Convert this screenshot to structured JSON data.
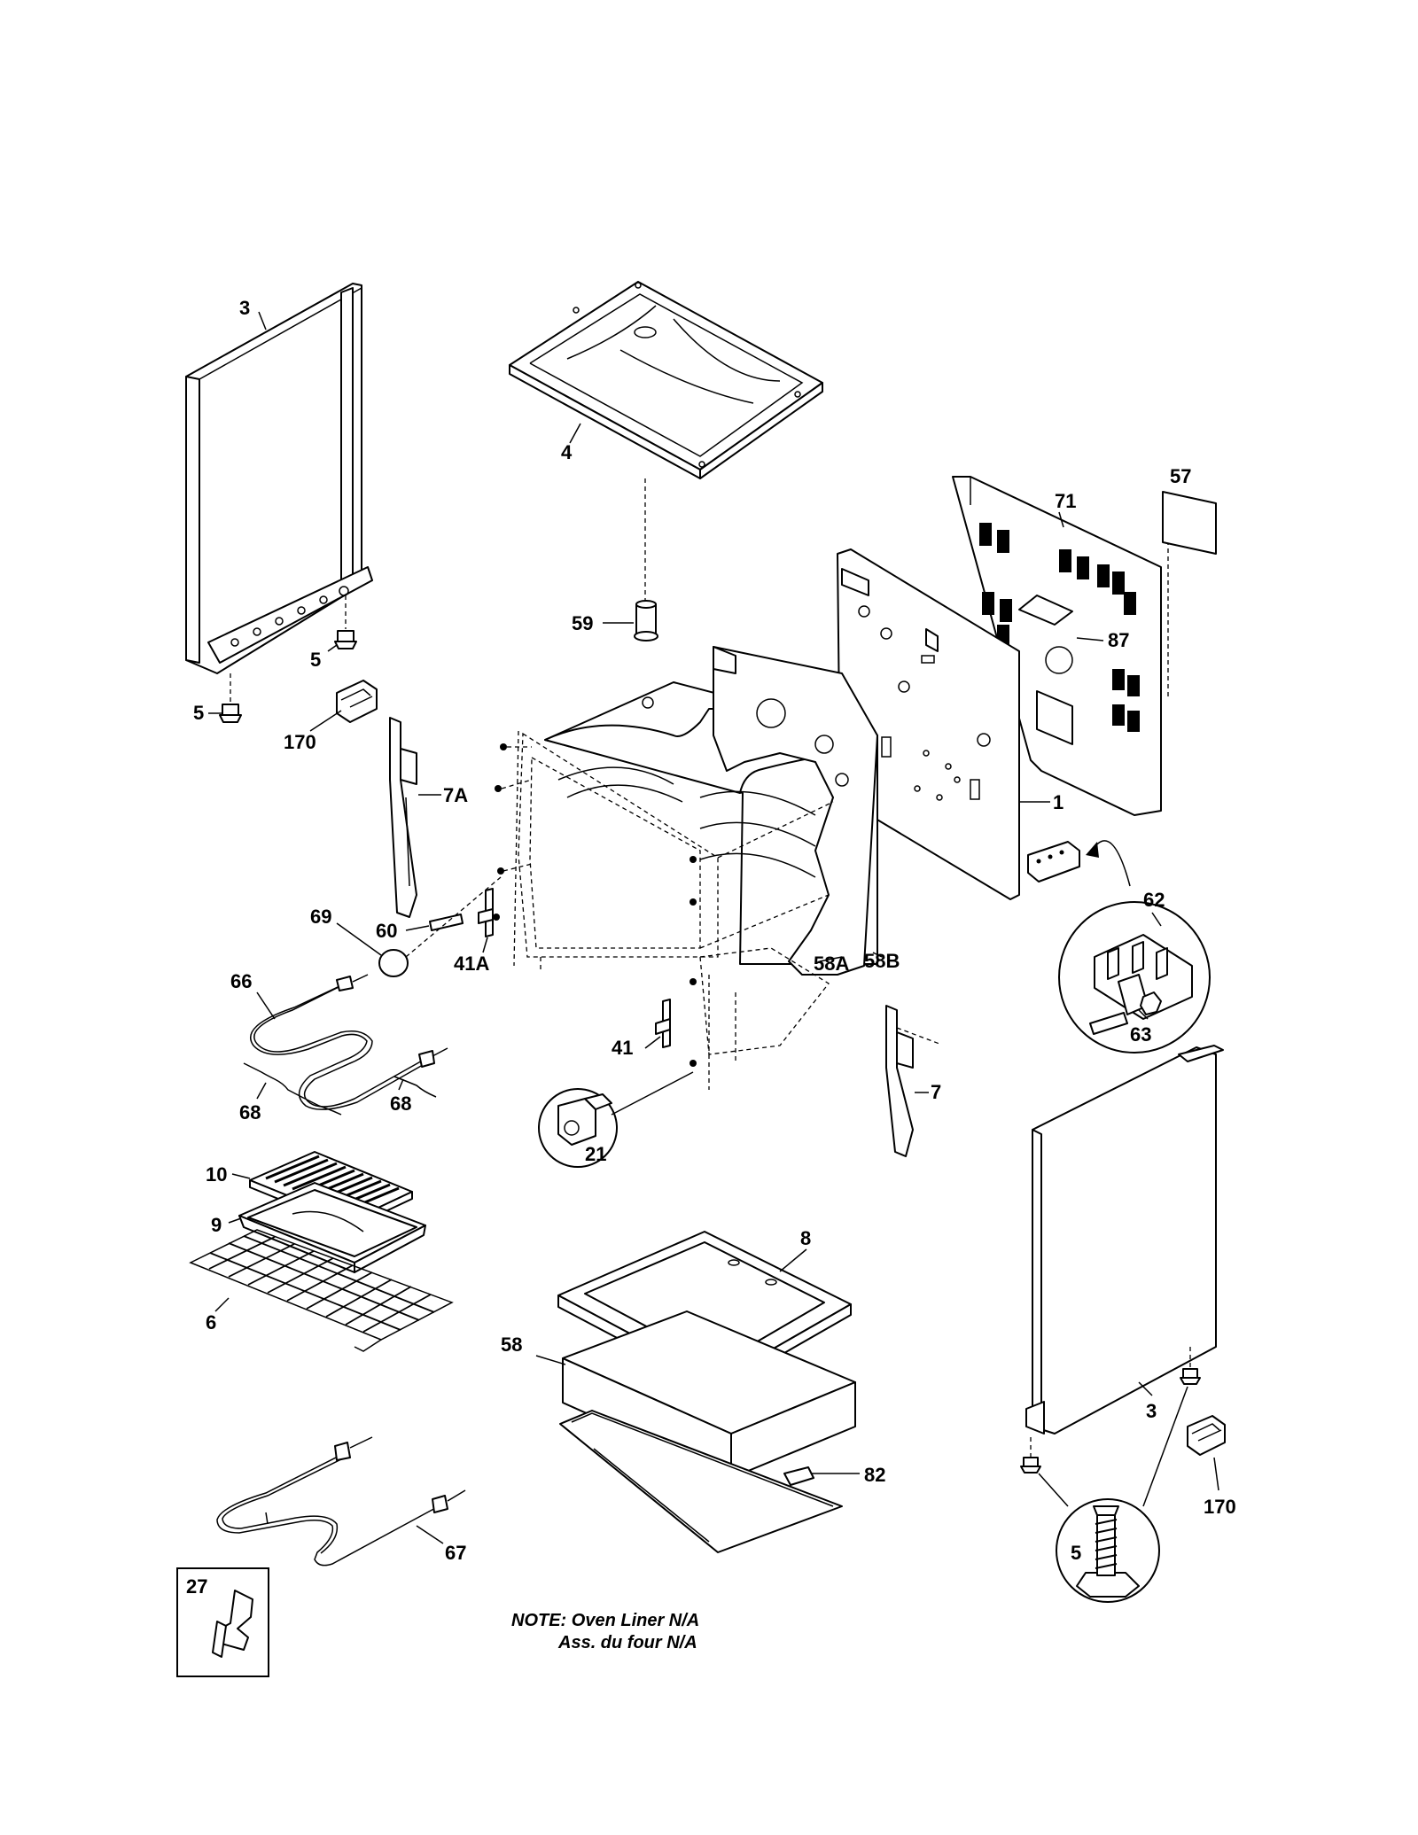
{
  "labels": {
    "p3_left": "3",
    "p4": "4",
    "p57": "57",
    "p71": "71",
    "p87": "87",
    "p59": "59",
    "p5_a": "5",
    "p5_b": "5",
    "p170_a": "170",
    "p7A": "7A",
    "p1": "1",
    "p60": "60",
    "p69": "69",
    "p41A": "41A",
    "p58A": "58A",
    "p58B": "58B",
    "p62": "62",
    "p63": "63",
    "p66": "66",
    "p68_a": "68",
    "p68_b": "68",
    "p41": "41",
    "p7": "7",
    "p21": "21",
    "p10": "10",
    "p9": "9",
    "p6": "6",
    "p8": "8",
    "p58": "58",
    "p3_right": "3",
    "p82": "82",
    "p170_b": "170",
    "p5_c": "5",
    "p67": "67",
    "p27": "27"
  },
  "note": {
    "line1": "NOTE: Oven Liner N/A",
    "line2": "Ass. du four N/A"
  }
}
